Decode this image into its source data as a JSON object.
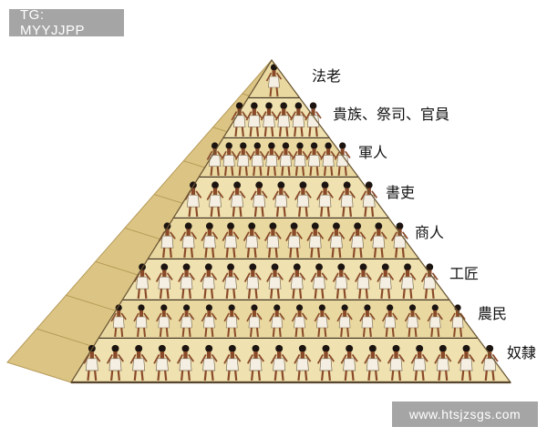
{
  "watermark_top": "TG: MYYJJPP",
  "watermark_bottom": "www.htsjzsgs.com",
  "colors": {
    "sand_light": "#ead9a3",
    "sand_mid": "#dcc584",
    "sand_dark": "#b69a58",
    "band_line": "#3b2e1e",
    "skin": "#8a4a2a",
    "cloth": "#f4efe2"
  },
  "tiers": [
    {
      "label": "法老",
      "figures": 1
    },
    {
      "label": "貴族、祭司、官員",
      "figures": 6
    },
    {
      "label": "軍人",
      "figures": 10
    },
    {
      "label": "書吏",
      "figures": 9
    },
    {
      "label": "商人",
      "figures": 12
    },
    {
      "label": "工匠",
      "figures": 14
    },
    {
      "label": "農民",
      "figures": 16
    },
    {
      "label": "奴隸",
      "figures": 18
    }
  ]
}
